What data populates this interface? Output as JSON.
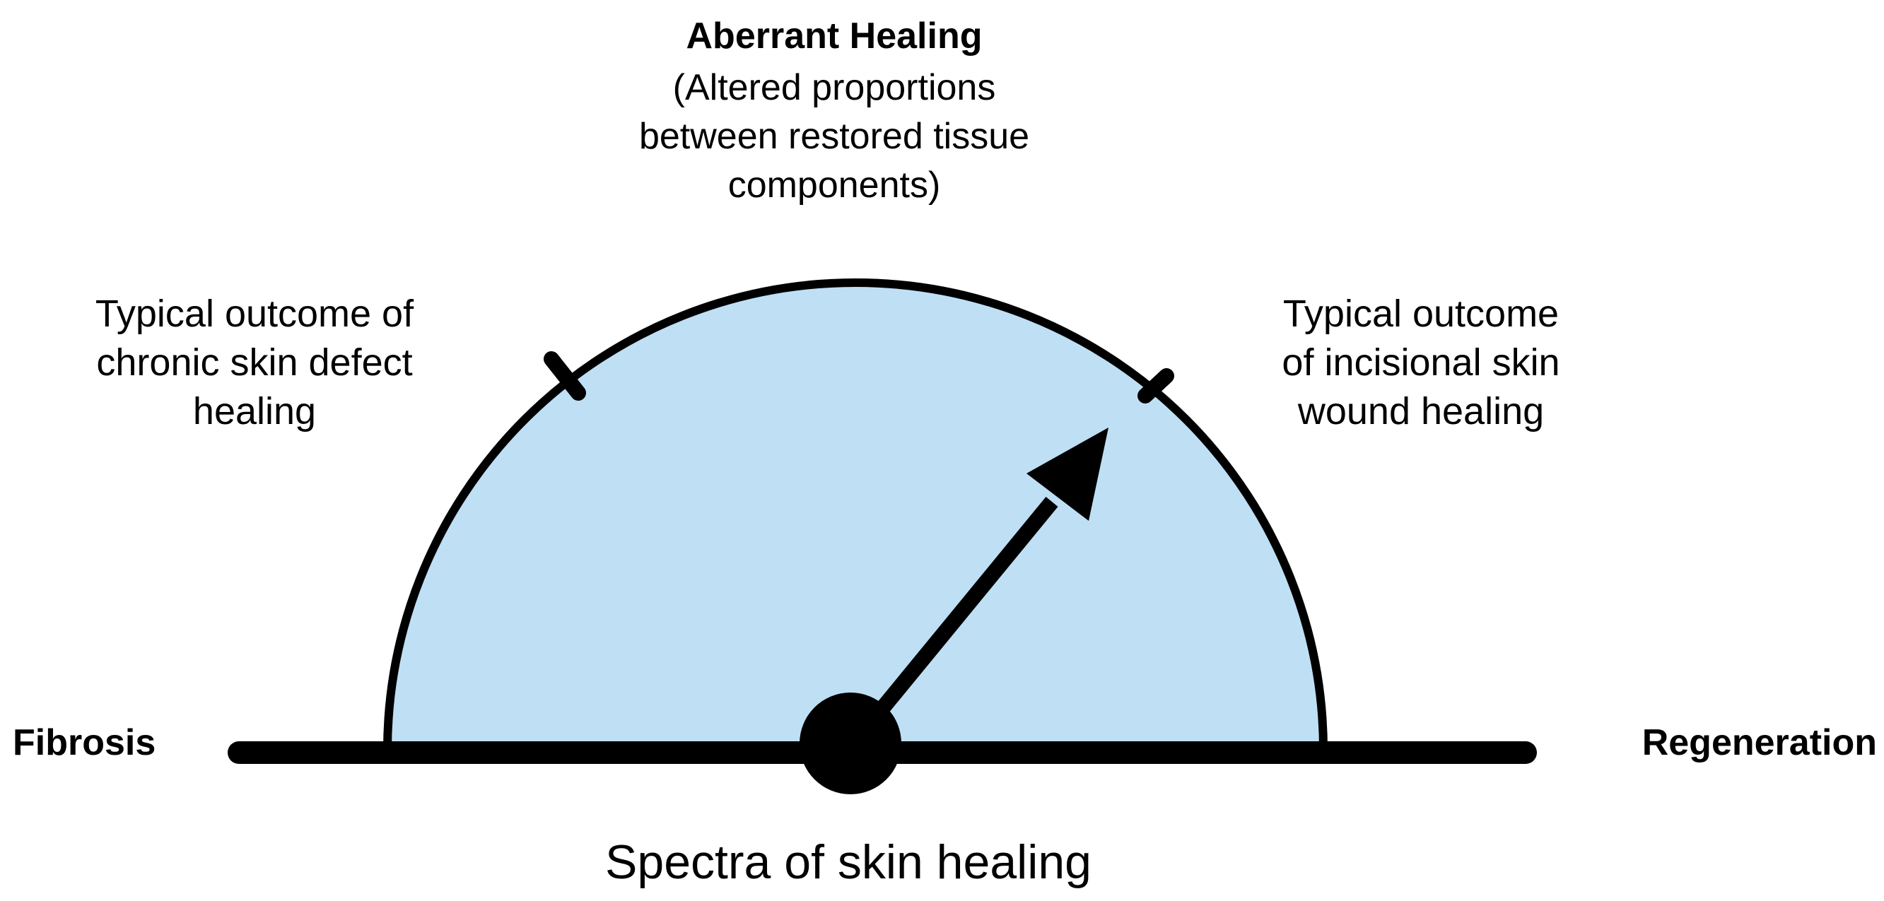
{
  "title": "Aberrant Healing",
  "subtitle_lines": [
    "(Altered proportions",
    "between restored tissue",
    "components)"
  ],
  "left_note_lines": [
    "Typical outcome of",
    "chronic skin defect",
    "healing"
  ],
  "right_note_lines": [
    "Typical outcome",
    "of incisional skin",
    "wound healing"
  ],
  "left_end": "Fibrosis",
  "right_end": "Regeneration",
  "caption": "Spectra of skin healing",
  "colors": {
    "gauge_fill": "#bfdff5",
    "stroke": "#000000",
    "background": "#ffffff"
  },
  "gauge": {
    "markers": [
      "chronic-skin-defect-marker",
      "incisional-wound-marker"
    ],
    "pointer_target": "incisional-wound-marker"
  }
}
